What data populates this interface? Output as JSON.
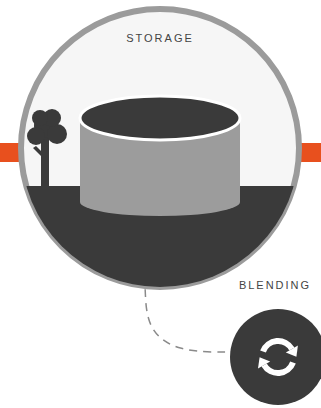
{
  "diagram": {
    "nodes": [
      {
        "text": [
          "STORAGE"
        ]
      },
      {
        "text": [
          "BLENDING"
        ]
      }
    ],
    "edges": [
      {
        "from": 0,
        "to": 1,
        "arrow": "none"
      }
    ]
  }
}
